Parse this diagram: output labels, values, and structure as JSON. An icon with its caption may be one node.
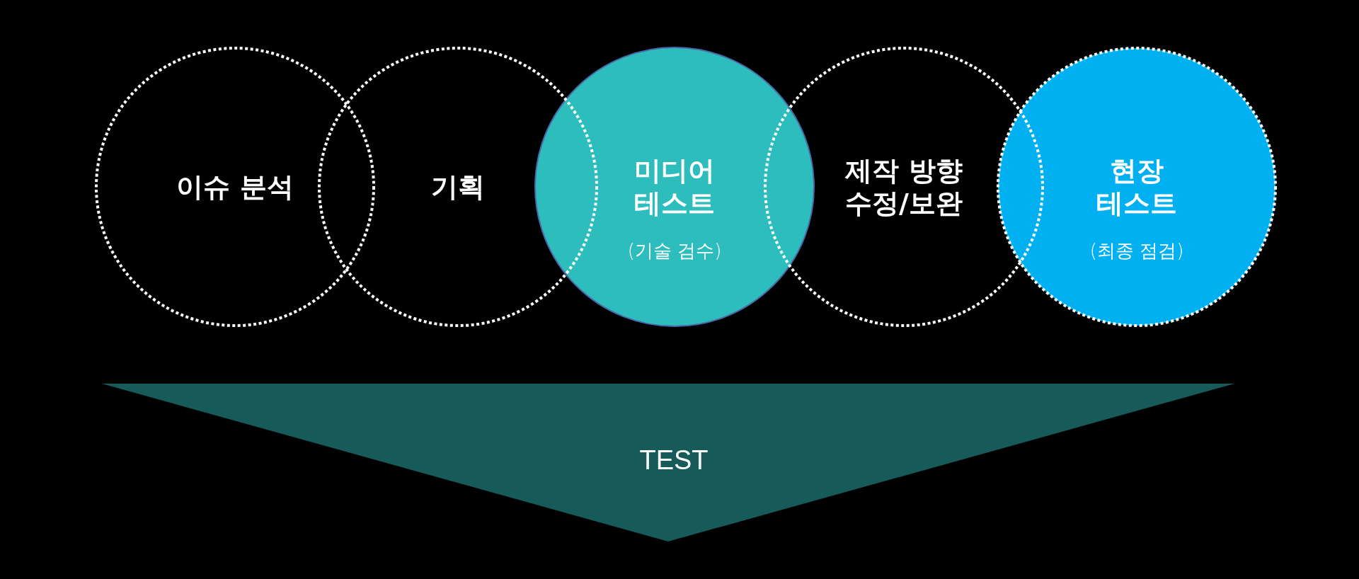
{
  "diagram": {
    "nodes": [
      {
        "text": [
          "이슈 분석"
        ]
      },
      {
        "text": [
          "기획"
        ]
      },
      {
        "text": [
          "미디어 테스트",
          "(기술 검수)"
        ]
      },
      {
        "text": [
          "제작 방향 수정/보완"
        ]
      },
      {
        "text": [
          "현장 테스트",
          "(최종 점검)"
        ]
      },
      {
        "text": [
          "TEST"
        ]
      }
    ]
  }
}
